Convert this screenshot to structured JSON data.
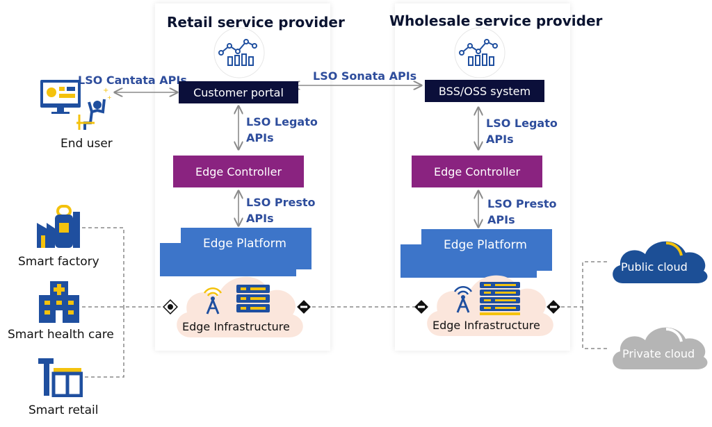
{
  "retail": {
    "title": "Retail service provider",
    "customer_portal": "Customer portal",
    "legato_line1": "LSO Legato",
    "legato_line2": "APIs",
    "edge_controller": "Edge Controller",
    "presto_line1": "LSO Presto",
    "presto_line2": "APIs",
    "edge_platform": "Edge Platform",
    "edge_infrastructure": "Edge Infrastructure"
  },
  "wholesale": {
    "title": "Wholesale service provider",
    "bss_oss": "BSS/OSS system",
    "legato_line1": "LSO Legato",
    "legato_line2": "APIs",
    "edge_controller": "Edge Controller",
    "presto_line1": "LSO Presto",
    "presto_line2": "APIs",
    "edge_platform": "Edge Platform",
    "edge_infrastructure": "Edge Infrastructure"
  },
  "apis": {
    "cantata": "LSO Cantata APIs",
    "sonata": "LSO Sonata APIs"
  },
  "end_user": "End user",
  "sites": {
    "factory": "Smart factory",
    "health": "Smart health care",
    "retail": "Smart retail"
  },
  "clouds": {
    "public": "Public cloud",
    "private": "Private cloud"
  },
  "colors": {
    "navy": "#0b0f3a",
    "purple": "#8a2380",
    "platform_blue": "#3d75c9",
    "api_text": "#2e4d9c",
    "icon_blue": "#1f4f9f",
    "yellow": "#f4c20d",
    "infra_cloud": "#fbe6dc",
    "public_cloud": "#1c4f96",
    "private_cloud": "#b5b5b5"
  }
}
